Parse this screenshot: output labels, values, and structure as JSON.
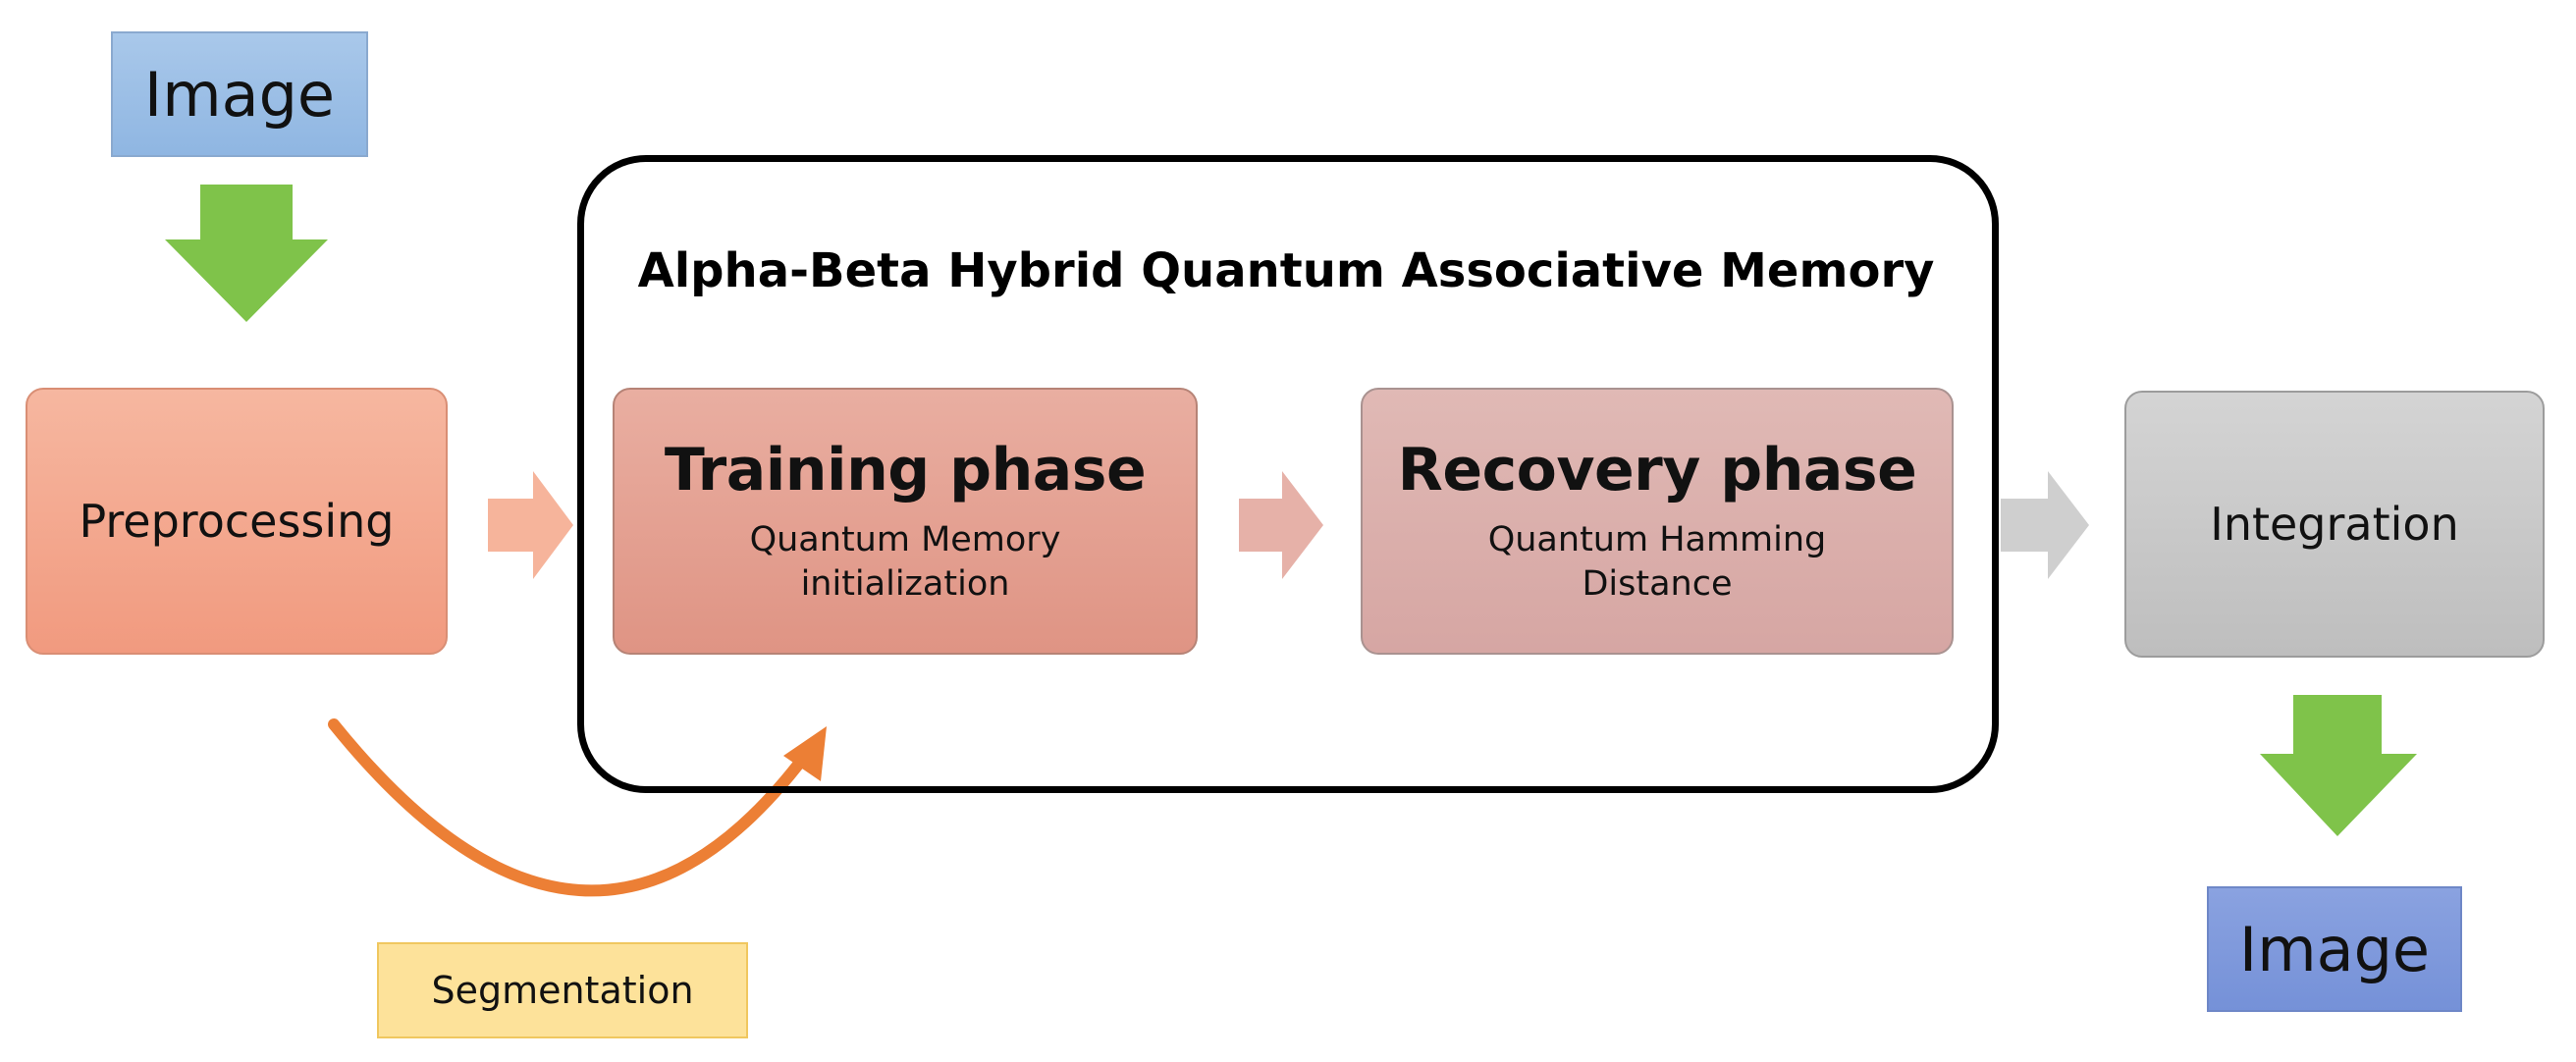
{
  "input_image": {
    "label": "Image"
  },
  "preprocessing": {
    "label": "Preprocessing"
  },
  "memory": {
    "title": "Alpha-Beta Hybrid Quantum Associative Memory"
  },
  "training": {
    "title": "Training phase",
    "subtitle": "Quantum Memory initialization"
  },
  "recovery": {
    "title": "Recovery phase",
    "subtitle": "Quantum Hamming Distance"
  },
  "integration": {
    "label": "Integration"
  },
  "output_image": {
    "label": "Image"
  },
  "segmentation": {
    "label": "Segmentation"
  },
  "colors": {
    "down_arrow": "#7fc34a",
    "segmentation_arrow": "#ec7f35",
    "right_arrow_1": "#f6b49b",
    "right_arrow_2": "#e6b1a8",
    "right_arrow_3": "#cfcfcf"
  }
}
